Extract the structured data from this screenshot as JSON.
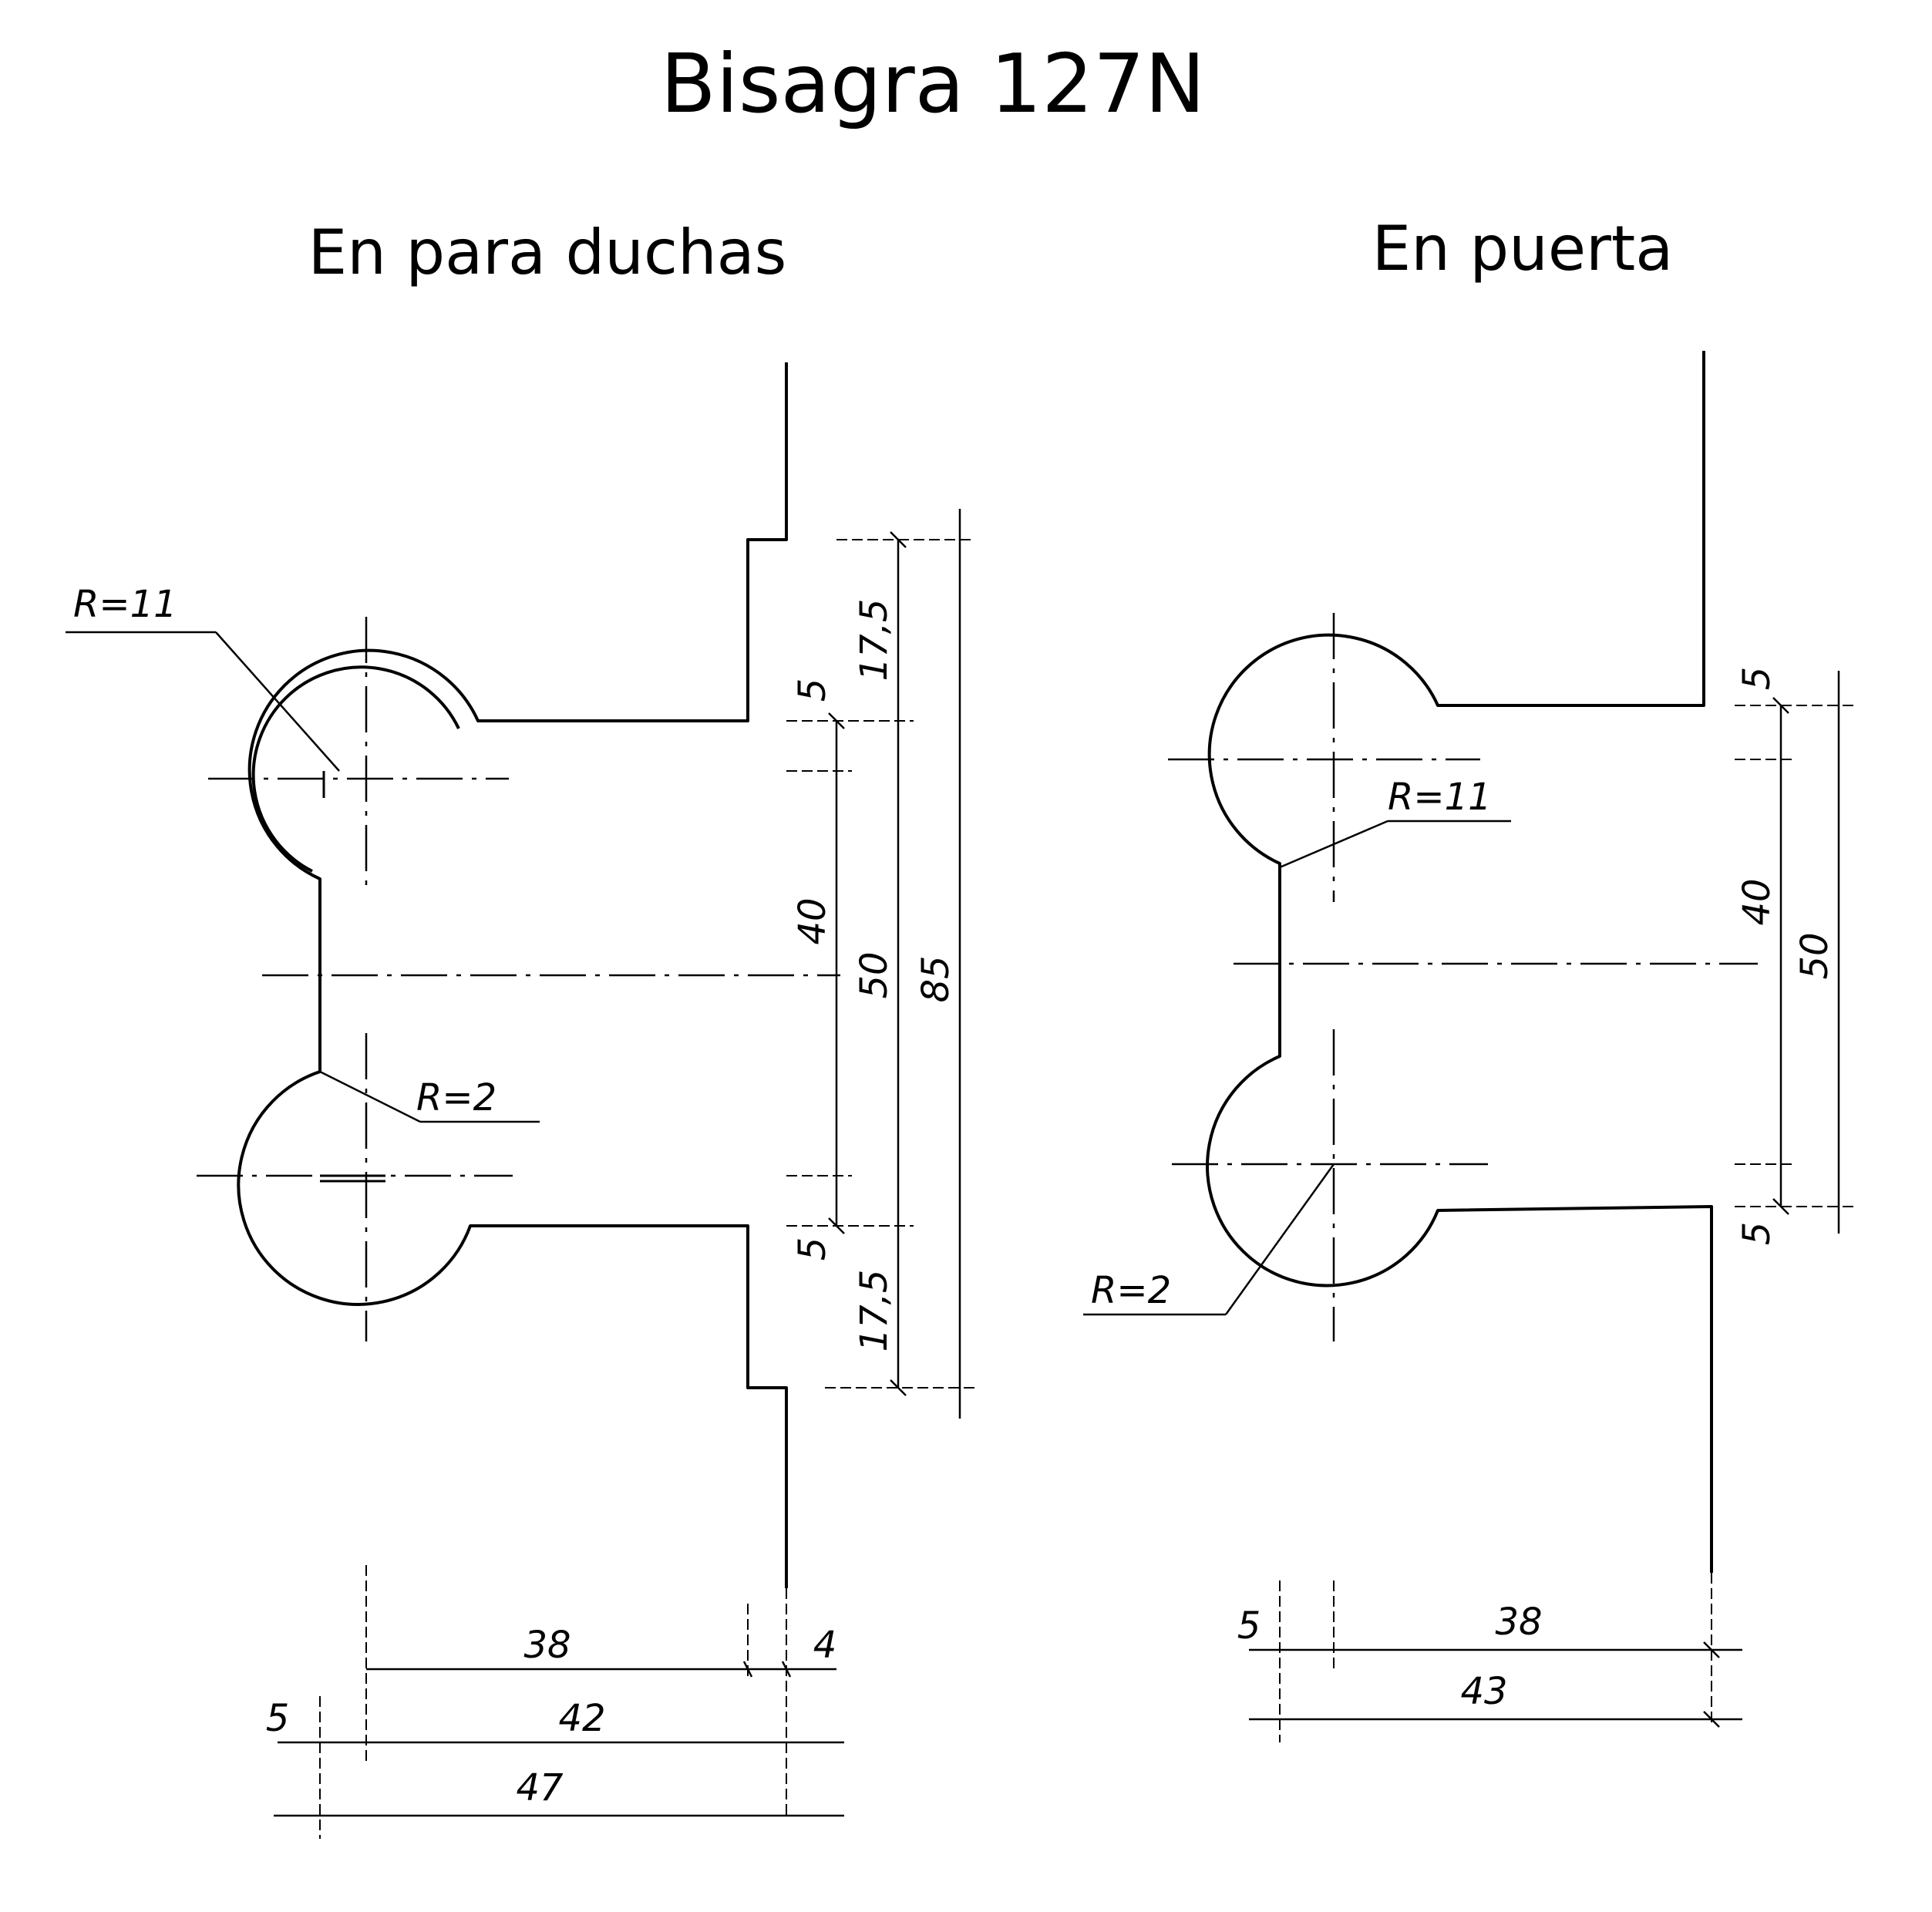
{
  "title": "Bisagra 127N",
  "left_view": {
    "label": "En para duchas",
    "radius_large": "R=11",
    "radius_small": "R=2",
    "vertical_dims": [
      "17,5",
      "5",
      "40",
      "50",
      "85",
      "5",
      "17,5"
    ],
    "horizontal_dims": [
      "38",
      "4",
      "5",
      "42",
      "47"
    ]
  },
  "right_view": {
    "label": "En puerta",
    "radius_large": "R=11",
    "radius_small": "R=2",
    "vertical_dims": [
      "5",
      "40",
      "50",
      "5"
    ],
    "horizontal_dims": [
      "5",
      "38",
      "43"
    ]
  }
}
